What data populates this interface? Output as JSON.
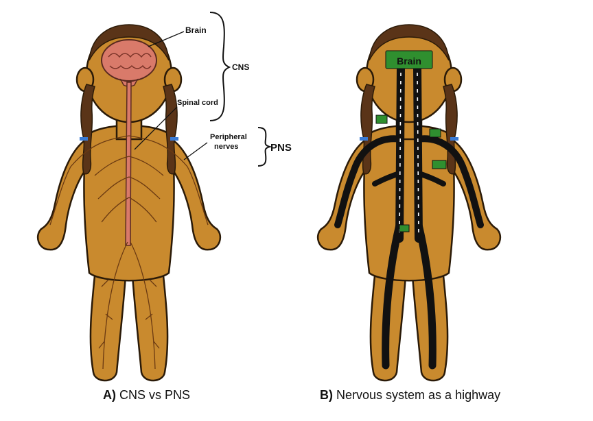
{
  "panel_a": {
    "labels": {
      "brain": "Brain",
      "spinal_cord": "Spinal cord",
      "peripheral_line1": "Peripheral",
      "peripheral_line2": "nerves",
      "cns": "CNS",
      "pns": "PNS"
    },
    "caption_letter": "A)",
    "caption_text": "CNS vs PNS"
  },
  "panel_b": {
    "labels": {
      "brain": "Brain"
    },
    "caption_letter": "B)",
    "caption_text": "Nervous system as a highway"
  },
  "colors": {
    "skin": "#c98a2e",
    "skin_outline": "#2a1a08",
    "hair": "#5a3418",
    "brain": "#d97a6a",
    "nerve": "#6b3a12",
    "highway": "#111111",
    "sign": "#2f8f2f",
    "hair_tie": "#3a7bd5"
  }
}
